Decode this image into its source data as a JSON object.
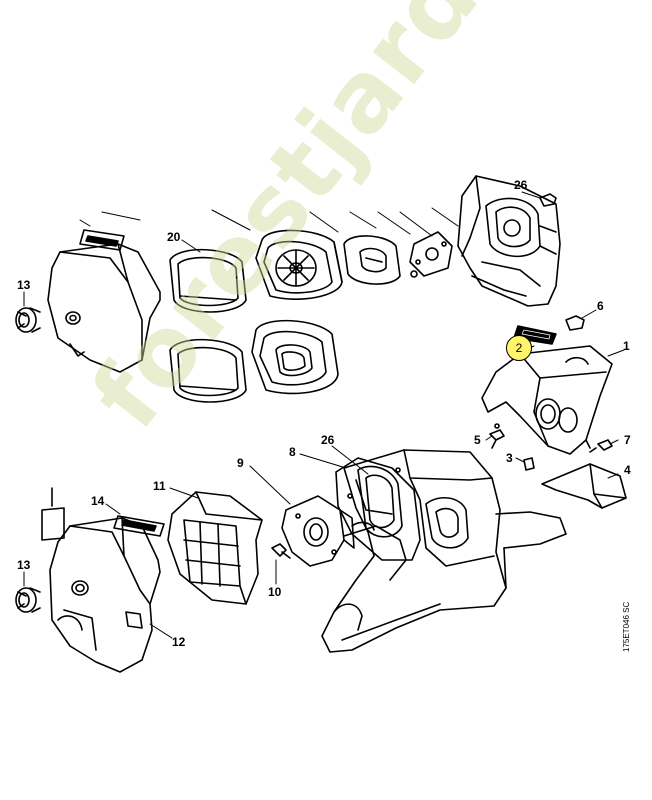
{
  "labels": {
    "n1": "1",
    "n2": "2",
    "n3": "3",
    "n4": "4",
    "n5": "5",
    "n6": "6",
    "n7": "7",
    "n8": "8",
    "n9": "9",
    "n10": "10",
    "n11": "11",
    "n12": "12",
    "n13_top": "13",
    "n13_bottom": "13",
    "n14": "14",
    "n20": "20",
    "n26_top": "26",
    "n26_mid": "26"
  },
  "diagram_code": "175ET046 SC",
  "watermark": "forestjardin.com",
  "highlight_color": "#fff56a"
}
